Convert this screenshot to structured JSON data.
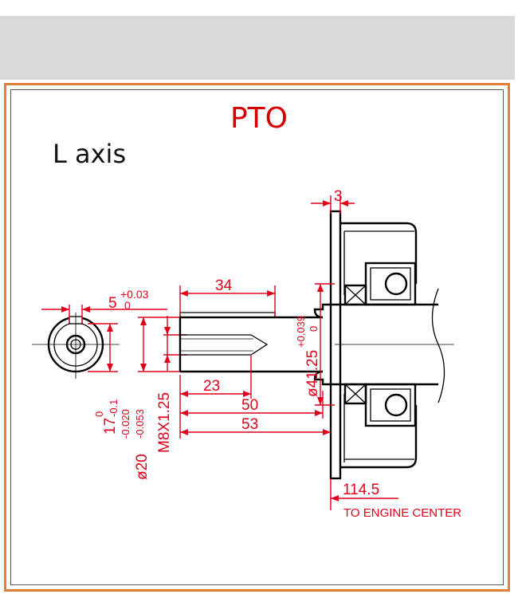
{
  "header": {
    "title": "PTO",
    "subtitle": "L  axis"
  },
  "colors": {
    "accent_border": "#e07f38",
    "title_red": "#d40000",
    "dimension_red": "#e0001b",
    "top_bar": "#d9d9d9"
  },
  "dimensions": {
    "flange_thickness": "3",
    "key_length": "34",
    "key_width_main": "5",
    "key_width_tol_upper": "+0.03",
    "key_width_tol_lower": "0",
    "thread_depth": "23",
    "shaft_length_50": "50",
    "shaft_length_53": "53",
    "bore_main": "ø41.25",
    "bore_tol_upper": "+0.039",
    "bore_tol_lower": "0",
    "key_height_main": "17",
    "key_height_tol_upper": "0",
    "key_height_tol_lower": "-0.1",
    "shaft_dia_main": "ø20",
    "shaft_dia_tol_upper": "-0.020",
    "shaft_dia_tol_lower": "-0.053",
    "thread": "M8X1.25",
    "engine_center_dist": "114.5",
    "engine_center_label": "TO ENGINE CENTER"
  }
}
